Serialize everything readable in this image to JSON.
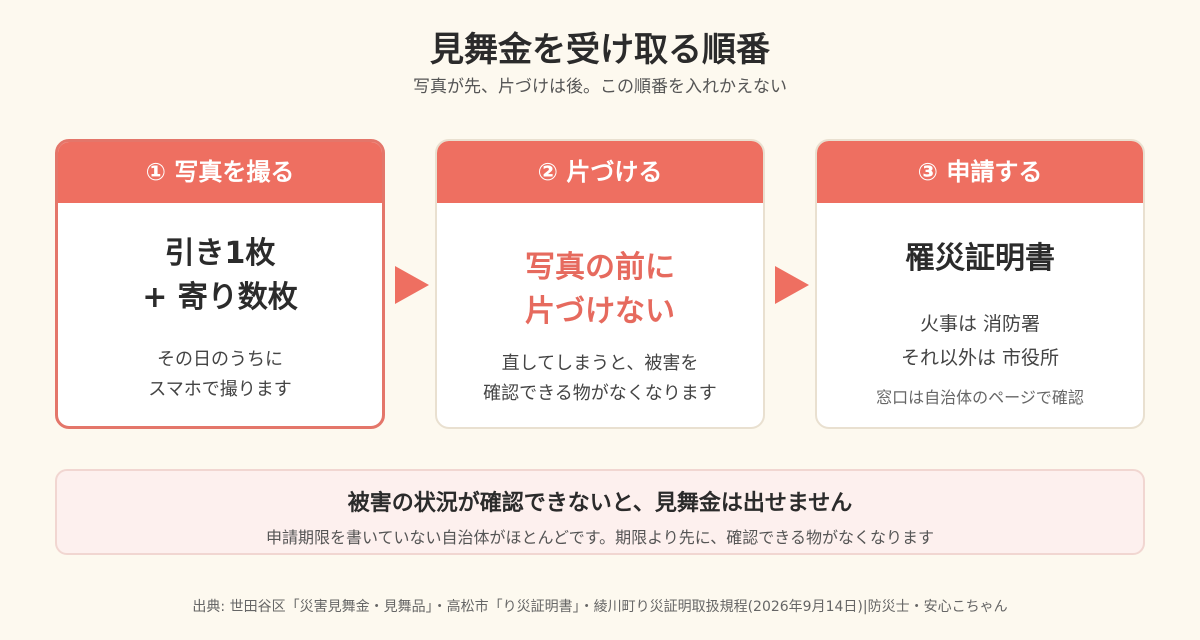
{
  "header": {
    "title": "見舞金を受け取る順番",
    "subtitle": "写真が先、片づけは後。この順番を入れかえない"
  },
  "steps": [
    {
      "label": "① 写真を撮る",
      "main_lines": [
        "引き1枚",
        "+ 寄り数枚"
      ],
      "sub_lines": [
        "その日のうちに",
        "スマホで撮ります"
      ]
    },
    {
      "label": "② 片づける",
      "main_lines": [
        "写真の前に",
        "片づけない"
      ],
      "sub_lines": [
        "直してしまうと、被害を",
        "確認できる物がなくなります"
      ]
    },
    {
      "label": "③ 申請する",
      "main_lines": [
        "罹災証明書"
      ],
      "sub_lines": [
        "火事は 消防署",
        "それ以外は 市役所"
      ],
      "note": "窓口は自治体のページで確認"
    }
  ],
  "banner": {
    "main": "被害の状況が確認できないと、見舞金は出せません",
    "sub": "申請期限を書いていない自治体がほとんどです。期限より先に、確認できる物がなくなります"
  },
  "footer": {
    "source": "出典: 世田谷区「災害見舞金・見舞品」・高松市「り災証明書」・綾川町り災証明取扱規程(2026年9月14日)|防災士・安心こちゃん"
  },
  "colors": {
    "accent": "#ee6f61",
    "highlight_text": "#e66a5e",
    "background": "#fdf9ef",
    "banner_bg": "#fdf0ee"
  }
}
